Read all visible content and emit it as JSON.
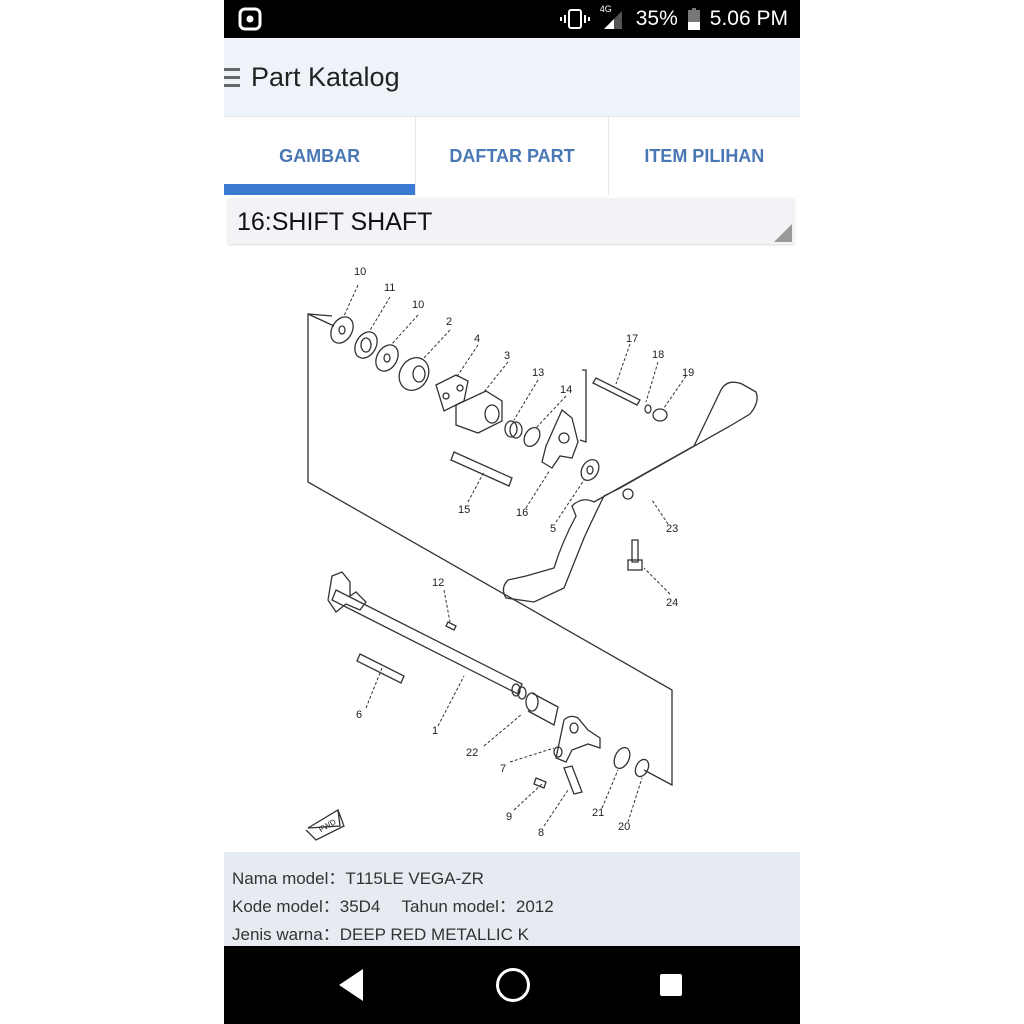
{
  "status_bar": {
    "left_icon": "notification-app-icon",
    "icons": [
      "vibrate-icon",
      "signal-4g-icon",
      "battery-icon"
    ],
    "network": "4G",
    "battery": "35%",
    "time": "5.06 PM"
  },
  "app_bar": {
    "menu_icon": "hamburger-menu-icon",
    "title": "Part Katalog"
  },
  "tabs": [
    {
      "label": "GAMBAR",
      "active": true
    },
    {
      "label": "DAFTAR PART",
      "active": false
    },
    {
      "label": "ITEM PILIHAN",
      "active": false
    }
  ],
  "section": {
    "title": "16:SHIFT SHAFT"
  },
  "diagram": {
    "part_labels": [
      "10",
      "11",
      "10",
      "2",
      "4",
      "3",
      "13",
      "14",
      "15",
      "16",
      "5",
      "17",
      "18",
      "19",
      "23",
      "24",
      "12",
      "6",
      "1",
      "22",
      "7",
      "9",
      "8",
      "21",
      "20"
    ],
    "fwd_label": "FWD"
  },
  "info": {
    "nama_model_label": "Nama model",
    "nama_model_value": "T115LE VEGA-ZR",
    "kode_model_label": "Kode model",
    "kode_model_value": "35D4",
    "tahun_model_label": "Tahun model",
    "tahun_model_value": "2012",
    "jenis_warna_label": "Jenis warna",
    "jenis_warna_value": "DEEP RED METALLIC K",
    "separator": "："
  },
  "nav_bar": {
    "back": "back-icon",
    "home": "home-icon",
    "recents": "recents-icon"
  },
  "colors": {
    "accent": "#3b7bd4",
    "tab_text": "#4a78b5",
    "app_bar_bg": "#eef3f9",
    "info_bg": "#e6ebf2"
  }
}
